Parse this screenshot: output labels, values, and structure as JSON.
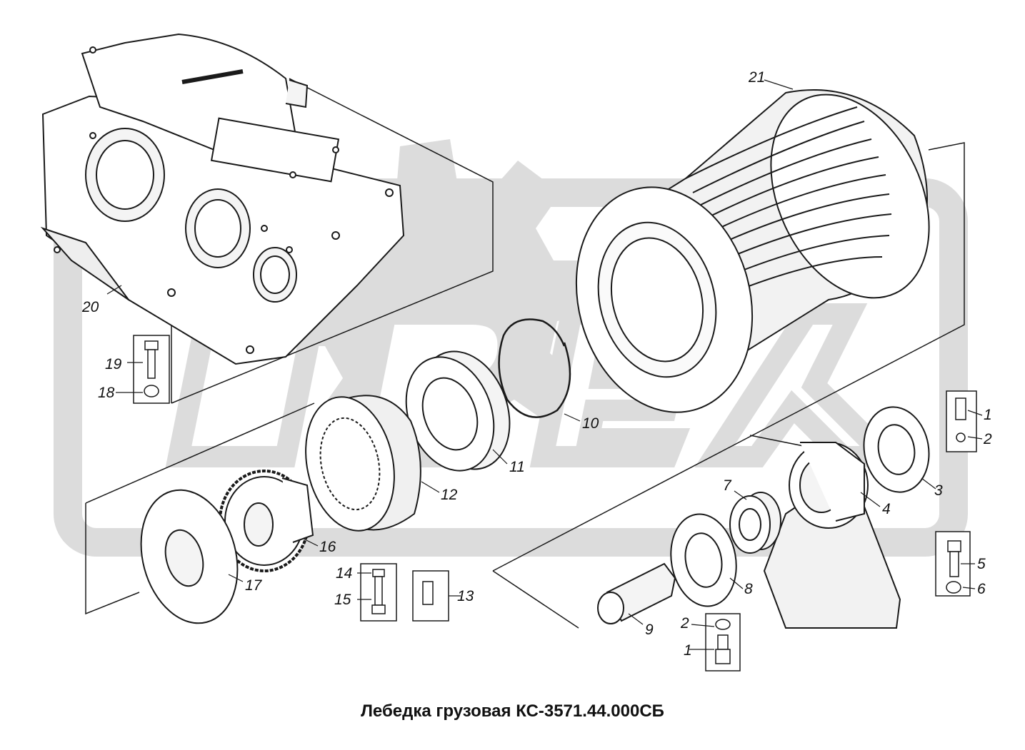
{
  "caption": "Лебедка грузовая КС-3571.44.000СБ",
  "watermark": "ОВЕХ",
  "colors": {
    "line": "#1a1a1a",
    "watermark": "#dcdcdc",
    "paper": "#ffffff"
  },
  "parts": {
    "p1a": "1",
    "p1b": "1",
    "p2a": "2",
    "p2b": "2",
    "p3": "3",
    "p4": "4",
    "p5": "5",
    "p6": "6",
    "p7": "7",
    "p8": "8",
    "p9": "9",
    "p10": "10",
    "p11": "11",
    "p12": "12",
    "p13": "13",
    "p14": "14",
    "p15": "15",
    "p16": "16",
    "p17": "17",
    "p18": "18",
    "p19": "19",
    "p20": "20",
    "p21": "21"
  }
}
